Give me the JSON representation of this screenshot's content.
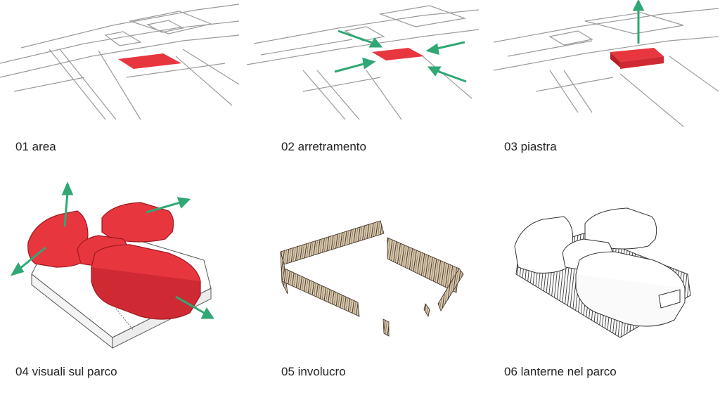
{
  "captions": {
    "p1": "01 area",
    "p2": "02 arretramento",
    "p3": "03 piastra",
    "p4": "04 visuali sul parco",
    "p5": "05 involucro",
    "p6": "06 lanterne nel parco"
  },
  "colors": {
    "red": "#e8363f",
    "red_dark": "#b81f27",
    "green": "#2fa874",
    "line": "#9a9a9a",
    "wood_light": "#d8c8ae",
    "wood_dark": "#4a3a2a"
  }
}
